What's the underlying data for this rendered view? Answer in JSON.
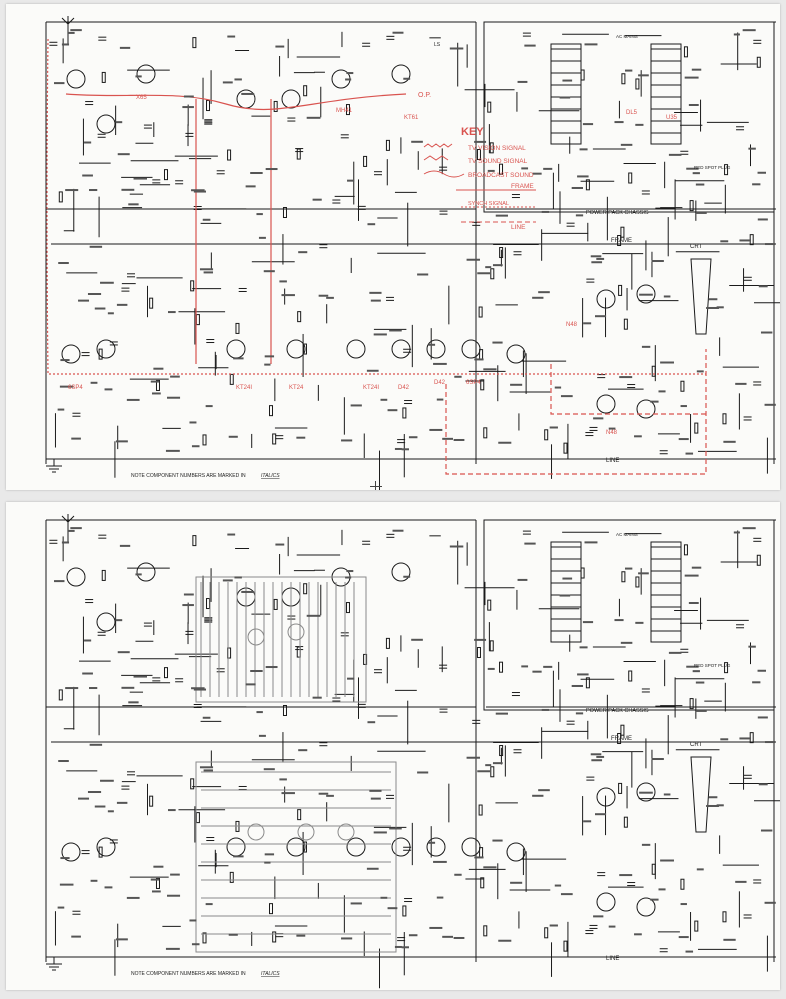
{
  "top_page": {
    "key_title": "KEY",
    "key_items": [
      "TV VISION SIGNAL",
      "TV SOUND SIGNAL",
      "BROADCAST SOUND",
      "FRAME",
      "SYNCH SIGNAL",
      "LINE"
    ],
    "note": "NOTE  COMPONENT  NUMBERS  ARE  MARKED  IN",
    "note_emph": "ITALICS",
    "power_pack": "POWER  PACK  CHASSIS",
    "frame_label": "FRAME",
    "line_label": "LINE",
    "crt_label": "CRT",
    "red_spot_plug": "RED SPOT PLUG",
    "mains": "AC MAINS",
    "op_label": "O.P.",
    "ls_label": "LS",
    "valve_labels": [
      "X65",
      "KT24I",
      "KT24",
      "KT24I",
      "D42",
      "D42",
      "6SP4",
      "N48",
      "N48",
      "MH41",
      "KT61",
      "6SP4",
      "U35",
      "DL5"
    ]
  },
  "bottom_page": {
    "note": "NOTE  COMPONENT  NUMBERS  ARE  MARKED  IN",
    "note_emph": "ITALICS",
    "power_pack": "POWER  PACK  CHASSIS",
    "frame_label": "FRAME",
    "line_label": "LINE",
    "crt_label": "CRT",
    "red_spot_plug": "RED SPOT PLUG",
    "mains": "AC MAINS"
  },
  "colors": {
    "ink": "#1a1a1a",
    "red_overlay": "#d9534f",
    "paper": "#fbfbf9",
    "background": "#e9e9e9"
  }
}
